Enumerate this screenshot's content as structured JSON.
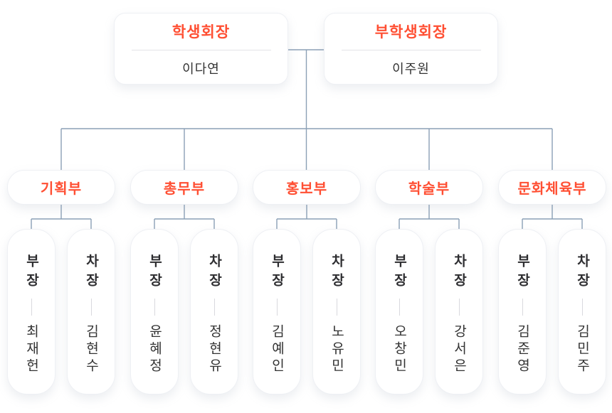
{
  "colors": {
    "accent": "#ff4f33",
    "connector": "#8ba0b6",
    "text": "#333333"
  },
  "leadership": [
    {
      "title": "학생회장",
      "name": "이다연"
    },
    {
      "title": "부학생회장",
      "name": "이주원"
    }
  ],
  "departments": [
    {
      "label": "기획부",
      "members": [
        {
          "role": "부장",
          "name": "최재헌"
        },
        {
          "role": "차장",
          "name": "김현수"
        }
      ]
    },
    {
      "label": "총무부",
      "members": [
        {
          "role": "부장",
          "name": "윤혜정"
        },
        {
          "role": "차장",
          "name": "정현유"
        }
      ]
    },
    {
      "label": "홍보부",
      "members": [
        {
          "role": "부장",
          "name": "김예인"
        },
        {
          "role": "차장",
          "name": "노유민"
        }
      ]
    },
    {
      "label": "학술부",
      "members": [
        {
          "role": "부장",
          "name": "오창민"
        },
        {
          "role": "차장",
          "name": "강서은"
        }
      ]
    },
    {
      "label": "문화체육부",
      "members": [
        {
          "role": "부장",
          "name": "김준영"
        },
        {
          "role": "차장",
          "name": "김민주"
        }
      ]
    }
  ]
}
